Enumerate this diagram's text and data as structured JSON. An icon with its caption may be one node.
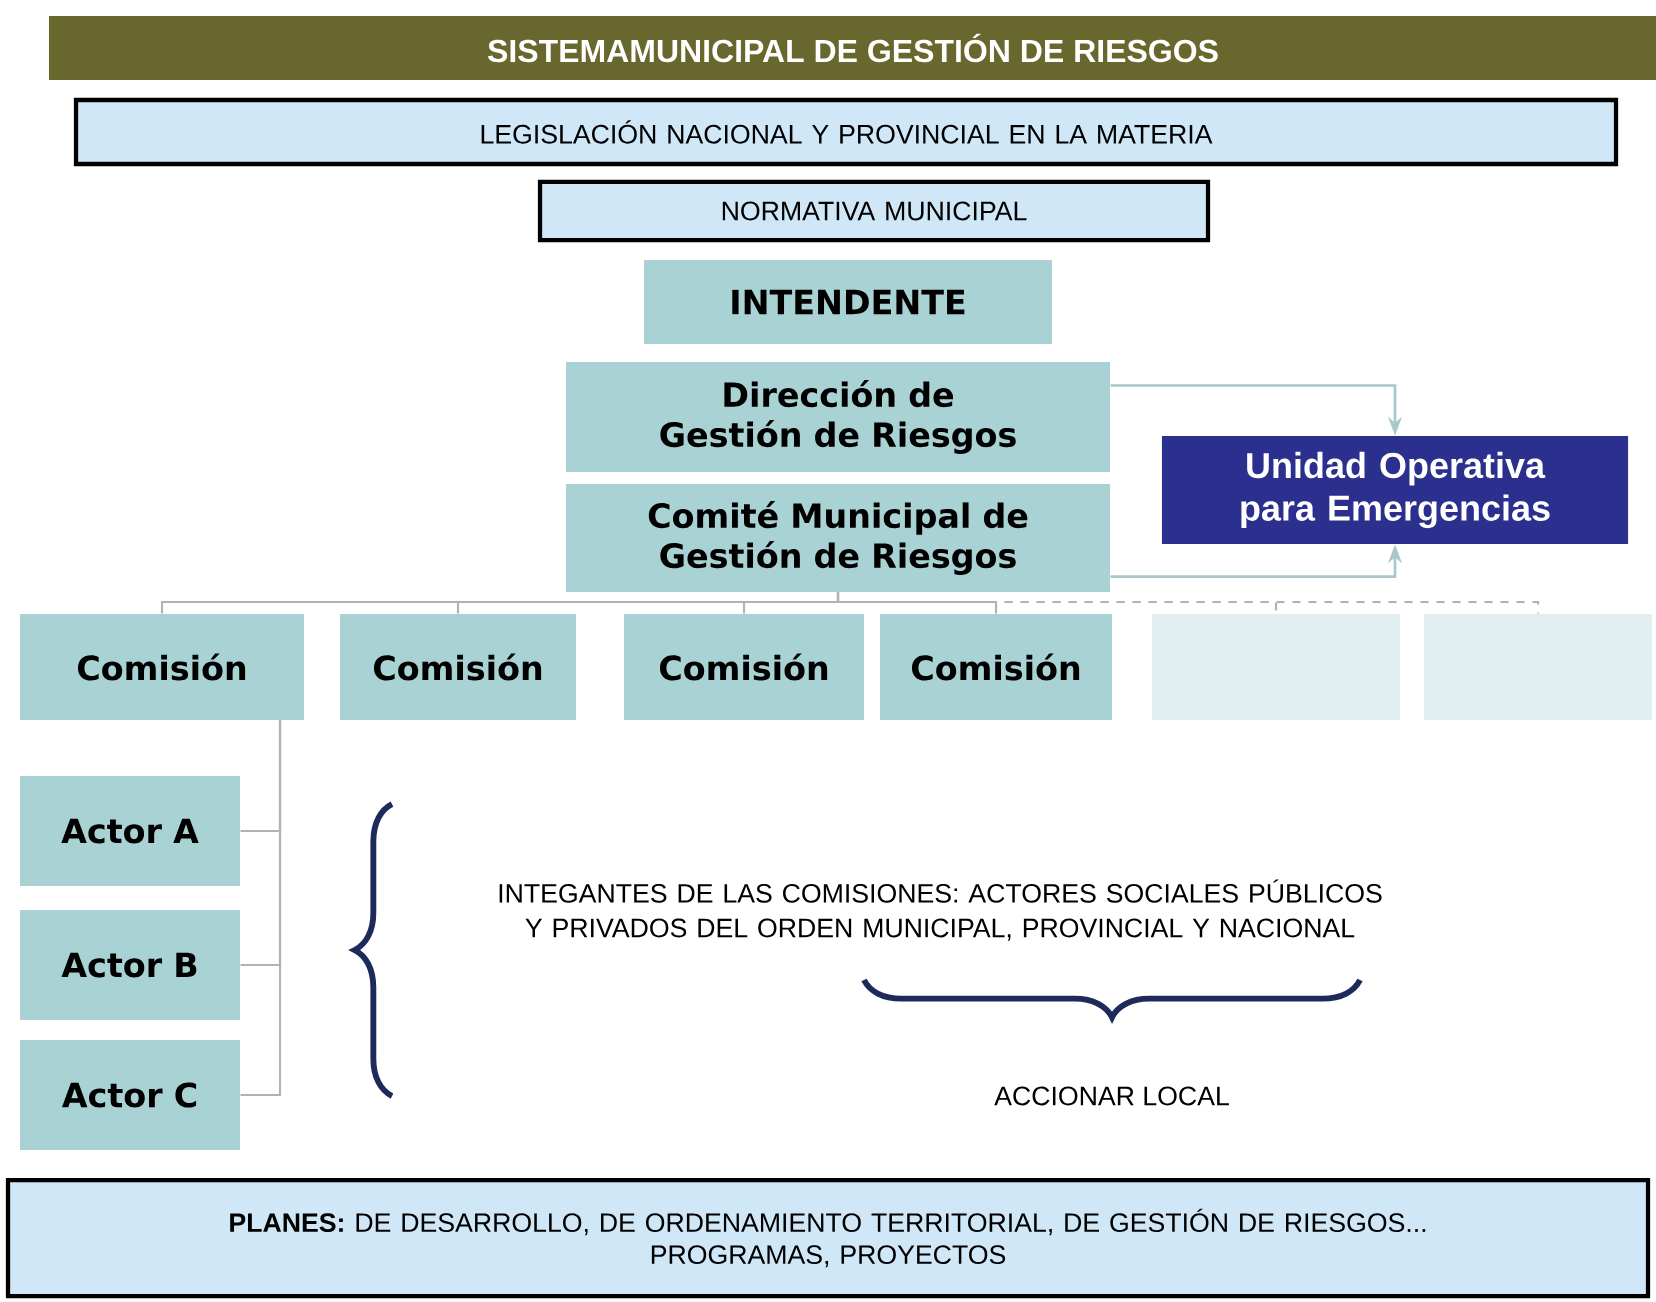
{
  "diagram": {
    "title": "SISTEMAMUNICIPAL DE GESTIÓN DE RIESGOS",
    "nodes": [
      {
        "text": [
          "LEGISLACIÓN NACIONAL Y PROVINCIAL EN LA MATERIA"
        ]
      },
      {
        "text": [
          "NORMATIVA MUNICIPAL"
        ]
      },
      {
        "text": [
          "INTENDENTE"
        ]
      },
      {
        "text": [
          "Dirección de Gestión de Riesgos"
        ]
      },
      {
        "text": [
          "Comité Municipal de Gestión de Riesgos"
        ]
      },
      {
        "text": [
          "Unidad Operativa para Emergencias"
        ]
      },
      {
        "text": [
          "Comisión"
        ]
      },
      {
        "text": [
          "Comisión"
        ]
      },
      {
        "text": [
          "Comisión"
        ]
      },
      {
        "text": [
          "Comisión"
        ]
      },
      {
        "text": [],
        "shape": "box"
      },
      {
        "text": [],
        "shape": "box"
      },
      {
        "text": [
          "Actor A"
        ]
      },
      {
        "text": [
          "Actor B"
        ]
      },
      {
        "text": [
          "Actor C"
        ]
      },
      {
        "text": [
          "**PLANES:** DE DESARROLLO, DE ORDENAMIENTO TERRITORIAL, DE GESTIÓN DE RIESGOS...",
          "PROGRAMAS, PROYECTOS"
        ]
      }
    ],
    "edges": [
      {
        "from": 3,
        "to": 5,
        "arrow": "to"
      },
      {
        "from": 4,
        "to": 5,
        "arrow": "to"
      },
      {
        "from": 4,
        "to": 6,
        "arrow": "none"
      },
      {
        "from": 4,
        "to": 7,
        "arrow": "none"
      },
      {
        "from": 4,
        "to": 8,
        "arrow": "none"
      },
      {
        "from": 4,
        "to": 9,
        "arrow": "none"
      },
      {
        "from": 4,
        "to": 10,
        "arrow": "none",
        "style": "dashed"
      },
      {
        "from": 4,
        "to": 11,
        "arrow": "none",
        "style": "dashed"
      },
      {
        "from": 6,
        "to": 12,
        "arrow": "none"
      },
      {
        "from": 6,
        "to": 13,
        "arrow": "none"
      },
      {
        "from": 6,
        "to": 14,
        "arrow": "none"
      }
    ],
    "labels": [
      "INTEGANTES DE LAS COMISIONES: ACTORES SOCIALES PÚBLICOS Y PRIVADOS DEL ORDEN MUNICIPAL, PROVINCIAL Y NACIONAL",
      "ACCIONAR LOCAL"
    ]
  }
}
